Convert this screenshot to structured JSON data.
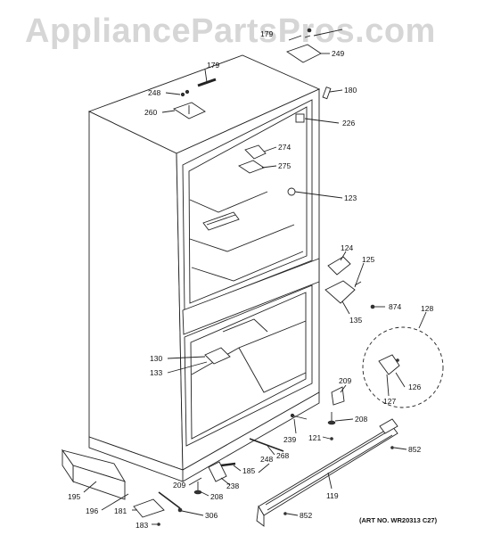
{
  "watermark": "AppliancePartsPros.com",
  "art_number": "(ART NO. WR20313 C27)",
  "callouts": [
    {
      "id": "c179a",
      "text": "179"
    },
    {
      "id": "c249",
      "text": "249"
    },
    {
      "id": "c179b",
      "text": "179"
    },
    {
      "id": "c248a",
      "text": "248"
    },
    {
      "id": "c260",
      "text": "260"
    },
    {
      "id": "c180",
      "text": "180"
    },
    {
      "id": "c226",
      "text": "226"
    },
    {
      "id": "c274",
      "text": "274"
    },
    {
      "id": "c275",
      "text": "275"
    },
    {
      "id": "c123",
      "text": "123"
    },
    {
      "id": "c124",
      "text": "124"
    },
    {
      "id": "c125",
      "text": "125"
    },
    {
      "id": "c874",
      "text": "874"
    },
    {
      "id": "c135",
      "text": "135"
    },
    {
      "id": "c128",
      "text": "128"
    },
    {
      "id": "c130",
      "text": "130"
    },
    {
      "id": "c133",
      "text": "133"
    },
    {
      "id": "c126",
      "text": "126"
    },
    {
      "id": "c127",
      "text": "127"
    },
    {
      "id": "c209a",
      "text": "209"
    },
    {
      "id": "c208a",
      "text": "208"
    },
    {
      "id": "c239",
      "text": "239"
    },
    {
      "id": "c121",
      "text": "121"
    },
    {
      "id": "c852a",
      "text": "852"
    },
    {
      "id": "c268",
      "text": "268"
    },
    {
      "id": "c248b",
      "text": "248"
    },
    {
      "id": "c185",
      "text": "185"
    },
    {
      "id": "c209b",
      "text": "209"
    },
    {
      "id": "c238",
      "text": "238"
    },
    {
      "id": "c119",
      "text": "119"
    },
    {
      "id": "c195",
      "text": "195"
    },
    {
      "id": "c208b",
      "text": "208"
    },
    {
      "id": "c196",
      "text": "196"
    },
    {
      "id": "c181",
      "text": "181"
    },
    {
      "id": "c306",
      "text": "306"
    },
    {
      "id": "c183",
      "text": "183"
    },
    {
      "id": "c852b",
      "text": "852"
    }
  ]
}
